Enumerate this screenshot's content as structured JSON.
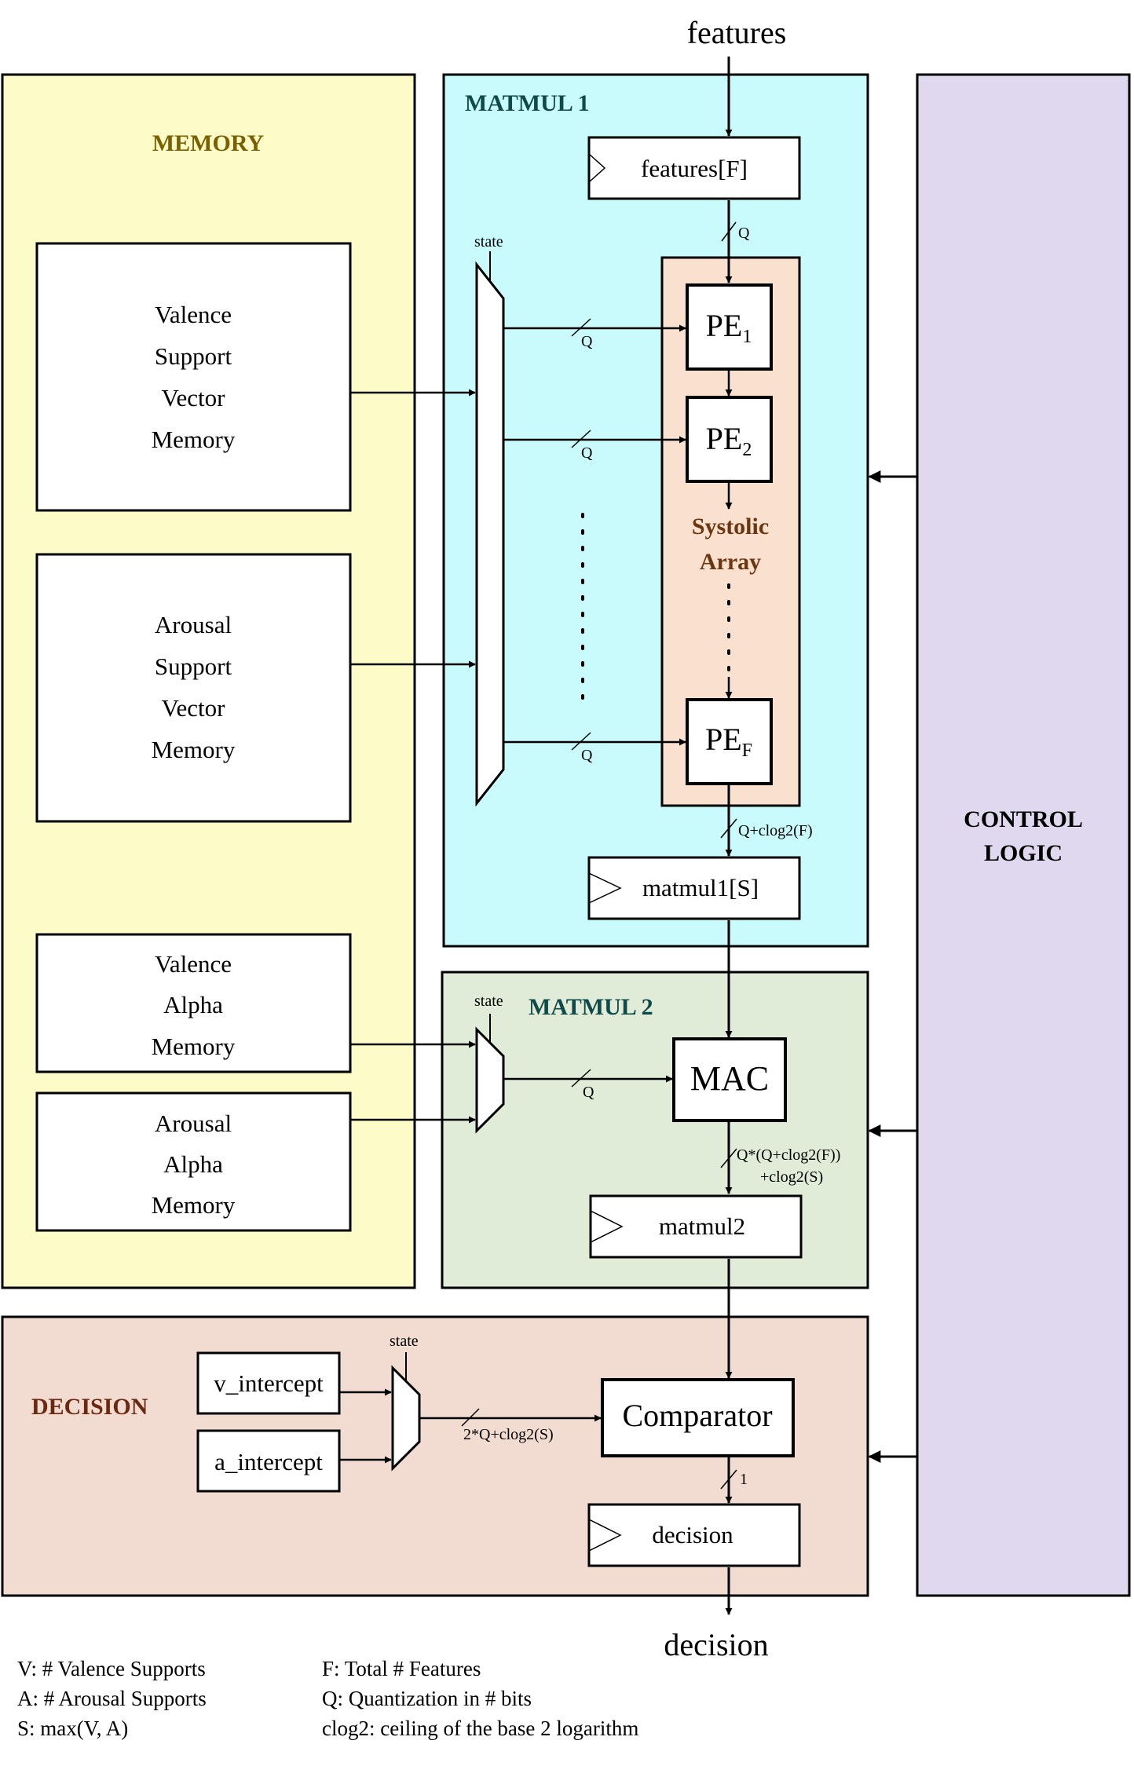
{
  "input_label": "features",
  "output_label": "decision",
  "memory": {
    "title": "MEMORY",
    "valence_sv": [
      "Valence",
      "Support",
      "Vector",
      "Memory"
    ],
    "arousal_sv": [
      "Arousal",
      "Support",
      "Vector",
      "Memory"
    ],
    "valence_alpha": [
      "Valence",
      "Alpha",
      "Memory"
    ],
    "arousal_alpha": [
      "Arousal",
      "Alpha",
      "Memory"
    ]
  },
  "matmul1": {
    "title": "MATMUL 1",
    "features_reg": "features[F]",
    "state_label": "state",
    "pe_base": "PE",
    "pe1_sub": "1",
    "pe2_sub": "2",
    "pef_sub": "F",
    "systolic": [
      "Systolic",
      "Array"
    ],
    "bus_q": "Q",
    "out_width": "Q+clog2(F)",
    "out_reg": "matmul1[S]"
  },
  "matmul2": {
    "title": "MATMUL 2",
    "state_label": "state",
    "mac": "MAC",
    "bus_q": "Q",
    "out_width": [
      "Q*(Q+clog2(F))",
      "+clog2(S)"
    ],
    "out_reg": "matmul2"
  },
  "decision": {
    "title": "DECISION",
    "v_intercept": "v_intercept",
    "a_intercept": "a_intercept",
    "state_label": "state",
    "mux_width": "2*Q+clog2(S)",
    "comparator": "Comparator",
    "out_width": "1",
    "out_reg": "decision"
  },
  "control": {
    "title": [
      "CONTROL",
      "LOGIC"
    ]
  },
  "legend": [
    "V: # Valence Supports",
    "A: # Arousal Supports",
    "S: max(V, A)",
    "F: Total # Features",
    "Q: Quantization in # bits",
    "clog2: ceiling of the base 2 logarithm"
  ],
  "colors": {
    "memory_bg": "#fdfcc9",
    "memory_title": "#7a6000",
    "matmul1_bg": "#c9fbfc",
    "matmul_title": "#0e4a4a",
    "systolic_bg": "#f9e0cf",
    "systolic_text": "#6b3610",
    "matmul2_bg": "#e0ecd8",
    "decision_bg": "#f2dcd2",
    "decision_title": "#6b2a10",
    "control_bg": "#e0d8ee"
  }
}
